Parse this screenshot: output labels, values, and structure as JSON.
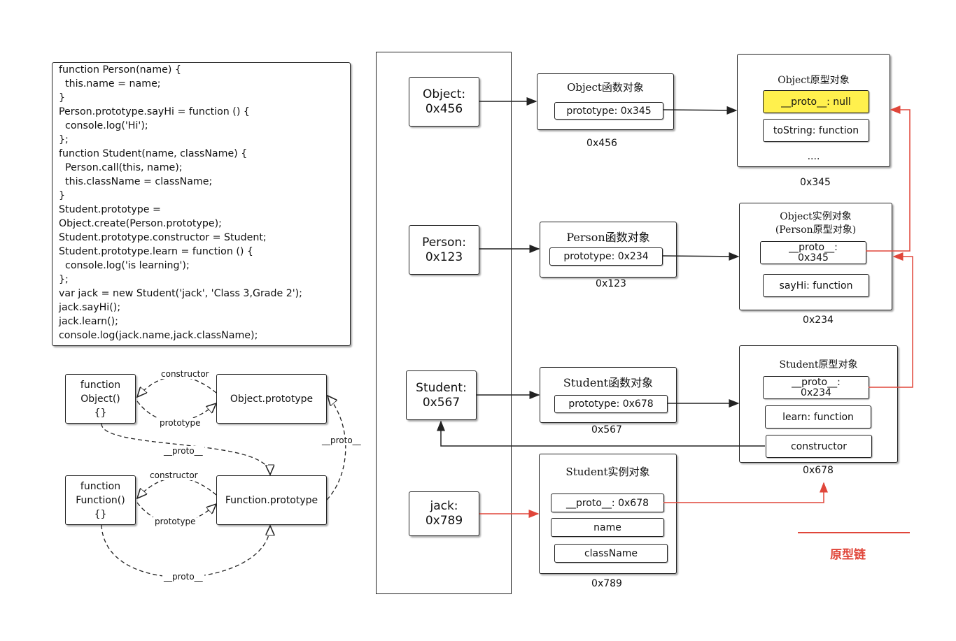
{
  "code_lines": [
    "function Person(name) {",
    "  this.name = name;",
    "}",
    "Person.prototype.sayHi = function () {",
    "  console.log('Hi');",
    "};",
    "function Student(name, className) {",
    "  Person.call(this, name);",
    "  this.className = className;",
    "}",
    "Student.prototype =",
    "Object.create(Person.prototype);",
    "Student.prototype.constructor = Student;",
    "Student.prototype.learn = function () {",
    "  console.log('is learning');",
    "};",
    "var jack = new Student('jack', 'Class 3,Grade 2');",
    "jack.sayHi();",
    "jack.learn();",
    "console.log(jack.name,jack.className);"
  ],
  "small_diagram": {
    "object_fn": [
      "function",
      "Object()",
      "{}"
    ],
    "function_fn": [
      "function",
      "Function()",
      "{}"
    ],
    "object_prototype": "Object.prototype",
    "function_prototype": "Function.prototype",
    "constructor_label": "constructor",
    "prototype_label": "prototype",
    "proto_label": "__proto__"
  },
  "stack": {
    "object": {
      "name": "Object:",
      "addr": "0x456"
    },
    "person": {
      "name": "Person:",
      "addr": "0x123"
    },
    "student": {
      "name": "Student:",
      "addr": "0x567"
    },
    "jack": {
      "name": "jack:",
      "addr": "0x789"
    }
  },
  "object_fn_obj": {
    "title": "Object函数对象",
    "field": "prototype: 0x345",
    "addr": "0x456"
  },
  "person_fn_obj": {
    "title": "Person函数对象",
    "field": "prototype: 0x234",
    "addr": "0x123"
  },
  "student_fn_obj": {
    "title": "Student函数对象",
    "field": "prototype: 0x678",
    "addr": "0x567"
  },
  "student_instance": {
    "title": "Student实例对象",
    "proto": "__proto__: 0x678",
    "name": "name",
    "className": "className",
    "addr": "0x789"
  },
  "object_proto_obj": {
    "title": "Object原型对象",
    "proto": "__proto__: null",
    "toString": "toString: function",
    "dots": "....",
    "addr": "0x345"
  },
  "object_instance_obj": {
    "title1": "Object实例对象",
    "title2": "(Person原型对象)",
    "proto1": "__proto__:",
    "proto2": "0x345",
    "sayHi": "sayHi: function",
    "addr": "0x234"
  },
  "student_proto_obj": {
    "title": "Student原型对象",
    "proto1": "__proto__:",
    "proto2": "0x234",
    "learn": "learn: function",
    "constructor": "constructor",
    "addr": "0x678"
  },
  "legend": {
    "label": "原型链"
  },
  "colors": {
    "prototype_chain": "#e0463a",
    "highlight": "#fff04d",
    "ink": "#222222"
  }
}
